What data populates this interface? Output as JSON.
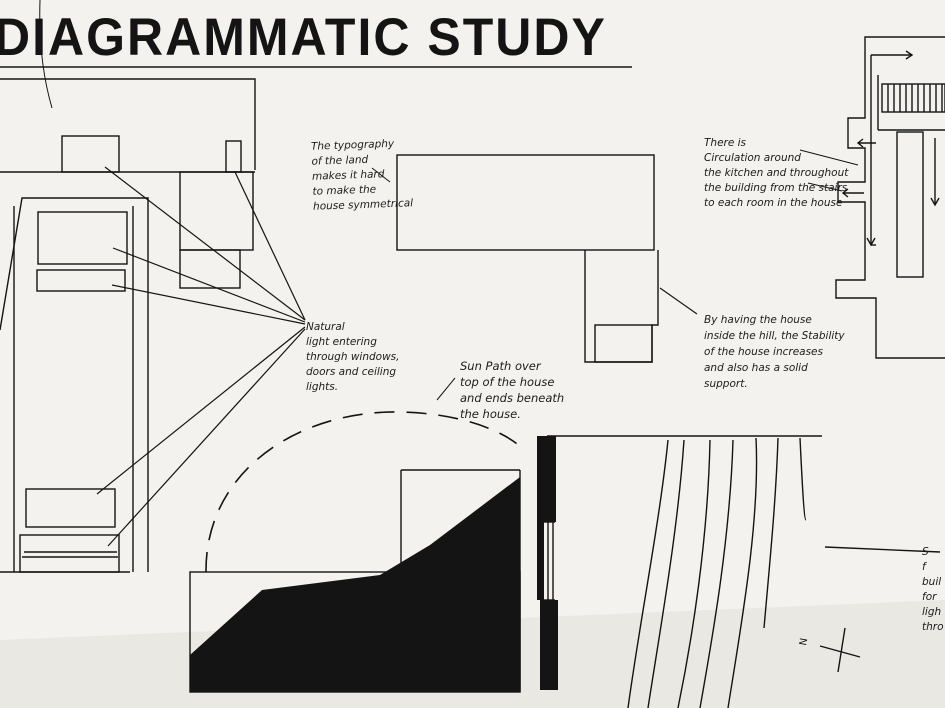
{
  "title": "DIAGRAMMATIC STUDY",
  "annotations": {
    "typography": "The typography\nof the land\nmakes it hard\nto make the\nhouse symmetrical",
    "circulation": "There is\nCirculation around\nthe kitchen and throughout\nthe building from the stairs\nto each room in the house",
    "natural_light": "Natural\nlight entering\nthrough windows,\ndoors and ceiling\nlights.",
    "stability": "By having the house\ninside the hill, the Stability\nof the house increases\nand also has a solid\nsupport.",
    "sun_path": "Sun Path over\ntop of the house\nand ends beneath\nthe house.",
    "partial_right": "S\nf\nbuil\nfor\nligh\nthro"
  },
  "compass": {
    "label": "N"
  },
  "colors": {
    "ink": "#141414",
    "paper": "#f3f2ee",
    "shadow": "#e4e2dc"
  }
}
